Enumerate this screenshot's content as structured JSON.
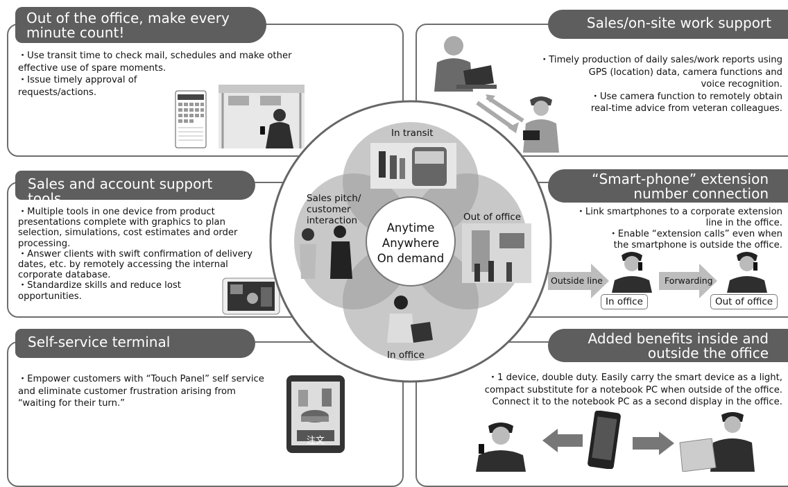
{
  "panels": {
    "top_left": {
      "title_line1": "Out of the office, make every",
      "title_line2": "minute count!",
      "bullet1_line1": "・Use transit time to check mail, schedules and make other",
      "bullet1_line2": "effective use of spare moments.",
      "bullet2_line1": "・Issue timely approval of",
      "bullet2_line2": "requests/actions."
    },
    "top_right": {
      "title": "Sales/on-site work support",
      "lines": [
        "・Timely production of daily sales/work reports using",
        "GPS (location) data, camera functions and",
        "voice recognition.",
        "・Use camera function to remotely obtain",
        "real-time advice from veteran colleagues."
      ]
    },
    "mid_left": {
      "title": "Sales and account support tools",
      "lines": [
        "・Multiple tools in one device from product",
        "presentations complete with graphics to plan",
        "selection, simulations, cost estimates and order",
        "processing.",
        "・Answer clients with swift confirmation of delivery",
        "dates, etc. by remotely accessing the internal",
        "corporate database.",
        "・Standardize skills and reduce lost",
        "opportunities."
      ]
    },
    "mid_right": {
      "title_line1": "“Smart-phone” extension",
      "title_line2": "number connection",
      "lines": [
        "・Link smartphones to a corporate extension",
        "line in the office.",
        "・Enable “extension calls” even when",
        "the smartphone is outside the office."
      ],
      "arrow1": "Outside line",
      "arrow2": "Forwarding",
      "box1": "In office",
      "box2": "Out of office"
    },
    "bottom_left": {
      "title": "Self-service terminal",
      "lines": [
        "・Empower customers with “Touch Panel” self service",
        "and eliminate customer frustration arising from",
        "“waiting for their turn.”"
      ],
      "tablet_label": "注文"
    },
    "bottom_right": {
      "title_line1": "Added benefits inside and",
      "title_line2": "outside the office",
      "lines": [
        "・1 device, double duty. Easily carry the smart device as a light,",
        "compact substitute for a notebook PC when outside of the office.",
        "Connect it to the notebook PC as a second display in the office."
      ]
    }
  },
  "circle": {
    "top": "In transit",
    "left_line1": "Sales pitch/",
    "left_line2": "customer",
    "left_line3": "interaction",
    "right": "Out of office",
    "bottom": "In office",
    "center_line1": "Anytime",
    "center_line2": "Anywhere",
    "center_line3": "On demand"
  },
  "colors": {
    "tab": "#5e5e5e",
    "border": "#6d6d6d",
    "petal": "#9a9a9a",
    "arrow": "#bdbdbd"
  }
}
